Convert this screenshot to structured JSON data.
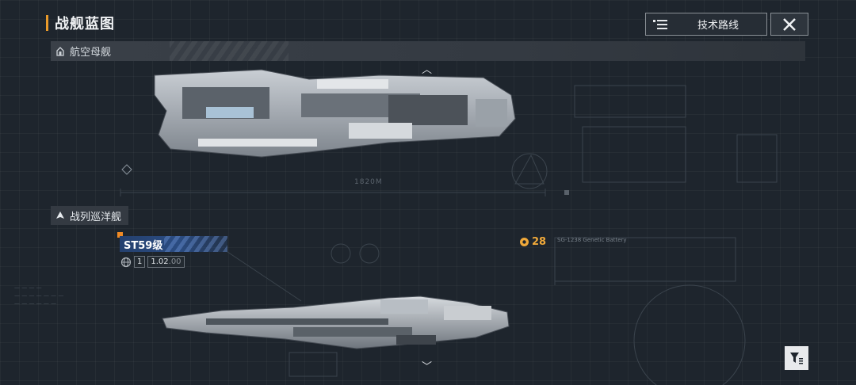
{
  "header": {
    "title": "战舰蓝图"
  },
  "toolbar": {
    "tech_route_label": "技术路线"
  },
  "sections": [
    {
      "label": "航空母舰"
    },
    {
      "label": "战列巡洋舰"
    }
  ],
  "ship": {
    "class_name": "ST59级",
    "version_level": "1",
    "version_number": "1.02",
    "version_sub": ".00",
    "rating": "28",
    "carrier_length_label": "1820M"
  },
  "blueprint": {
    "title_small": "SG-1238 Genetic Battery"
  },
  "icons": {
    "tech_route": "list-icon",
    "close": "close-icon",
    "carrier": "carrier-icon",
    "cruiser": "cruiser-icon",
    "globe": "globe-icon",
    "rating": "gear-rating-icon",
    "filter": "filter-icon",
    "up": "chevron-up-icon",
    "down": "chevron-down-icon"
  },
  "colors": {
    "accent": "#e99a2a",
    "class_bar": "#2b4c82",
    "rating": "#f0a93a"
  }
}
